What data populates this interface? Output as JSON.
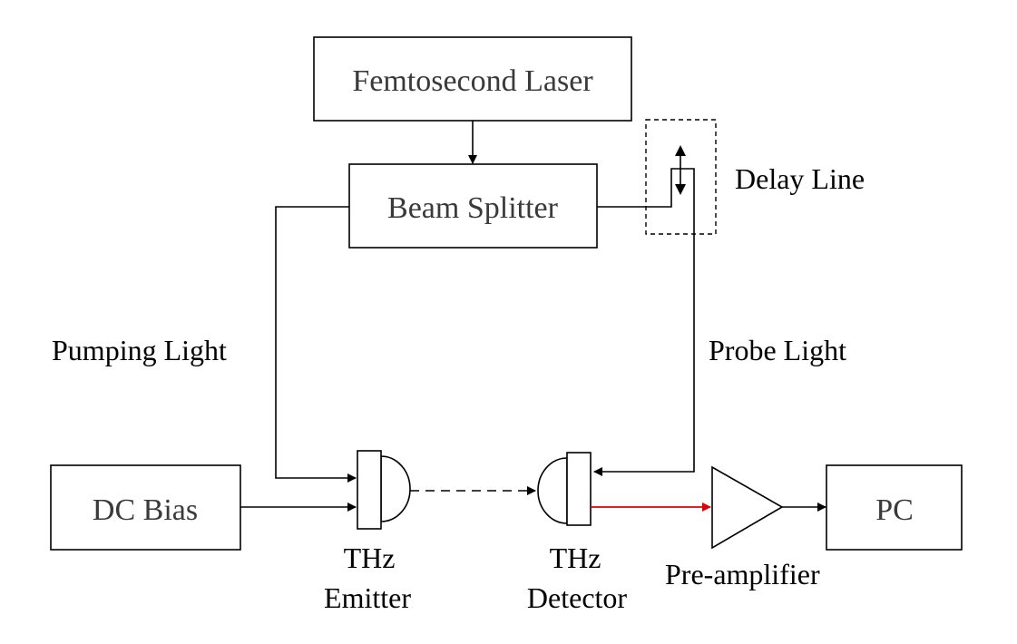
{
  "blocks": {
    "laser": "Femtosecond Laser",
    "splitter": "Beam Splitter",
    "dc_bias": "DC Bias",
    "pc": "PC"
  },
  "labels": {
    "delay_line": "Delay Line",
    "pumping_light": "Pumping Light",
    "probe_light": "Probe Light",
    "emitter_line1": "THz",
    "emitter_line2": "Emitter",
    "detector_line1": "THz",
    "detector_line2": "Detector",
    "preamp": "Pre-amplifier"
  },
  "colors": {
    "signal_line": "#e00000",
    "box_text": "#3a3a3a"
  }
}
